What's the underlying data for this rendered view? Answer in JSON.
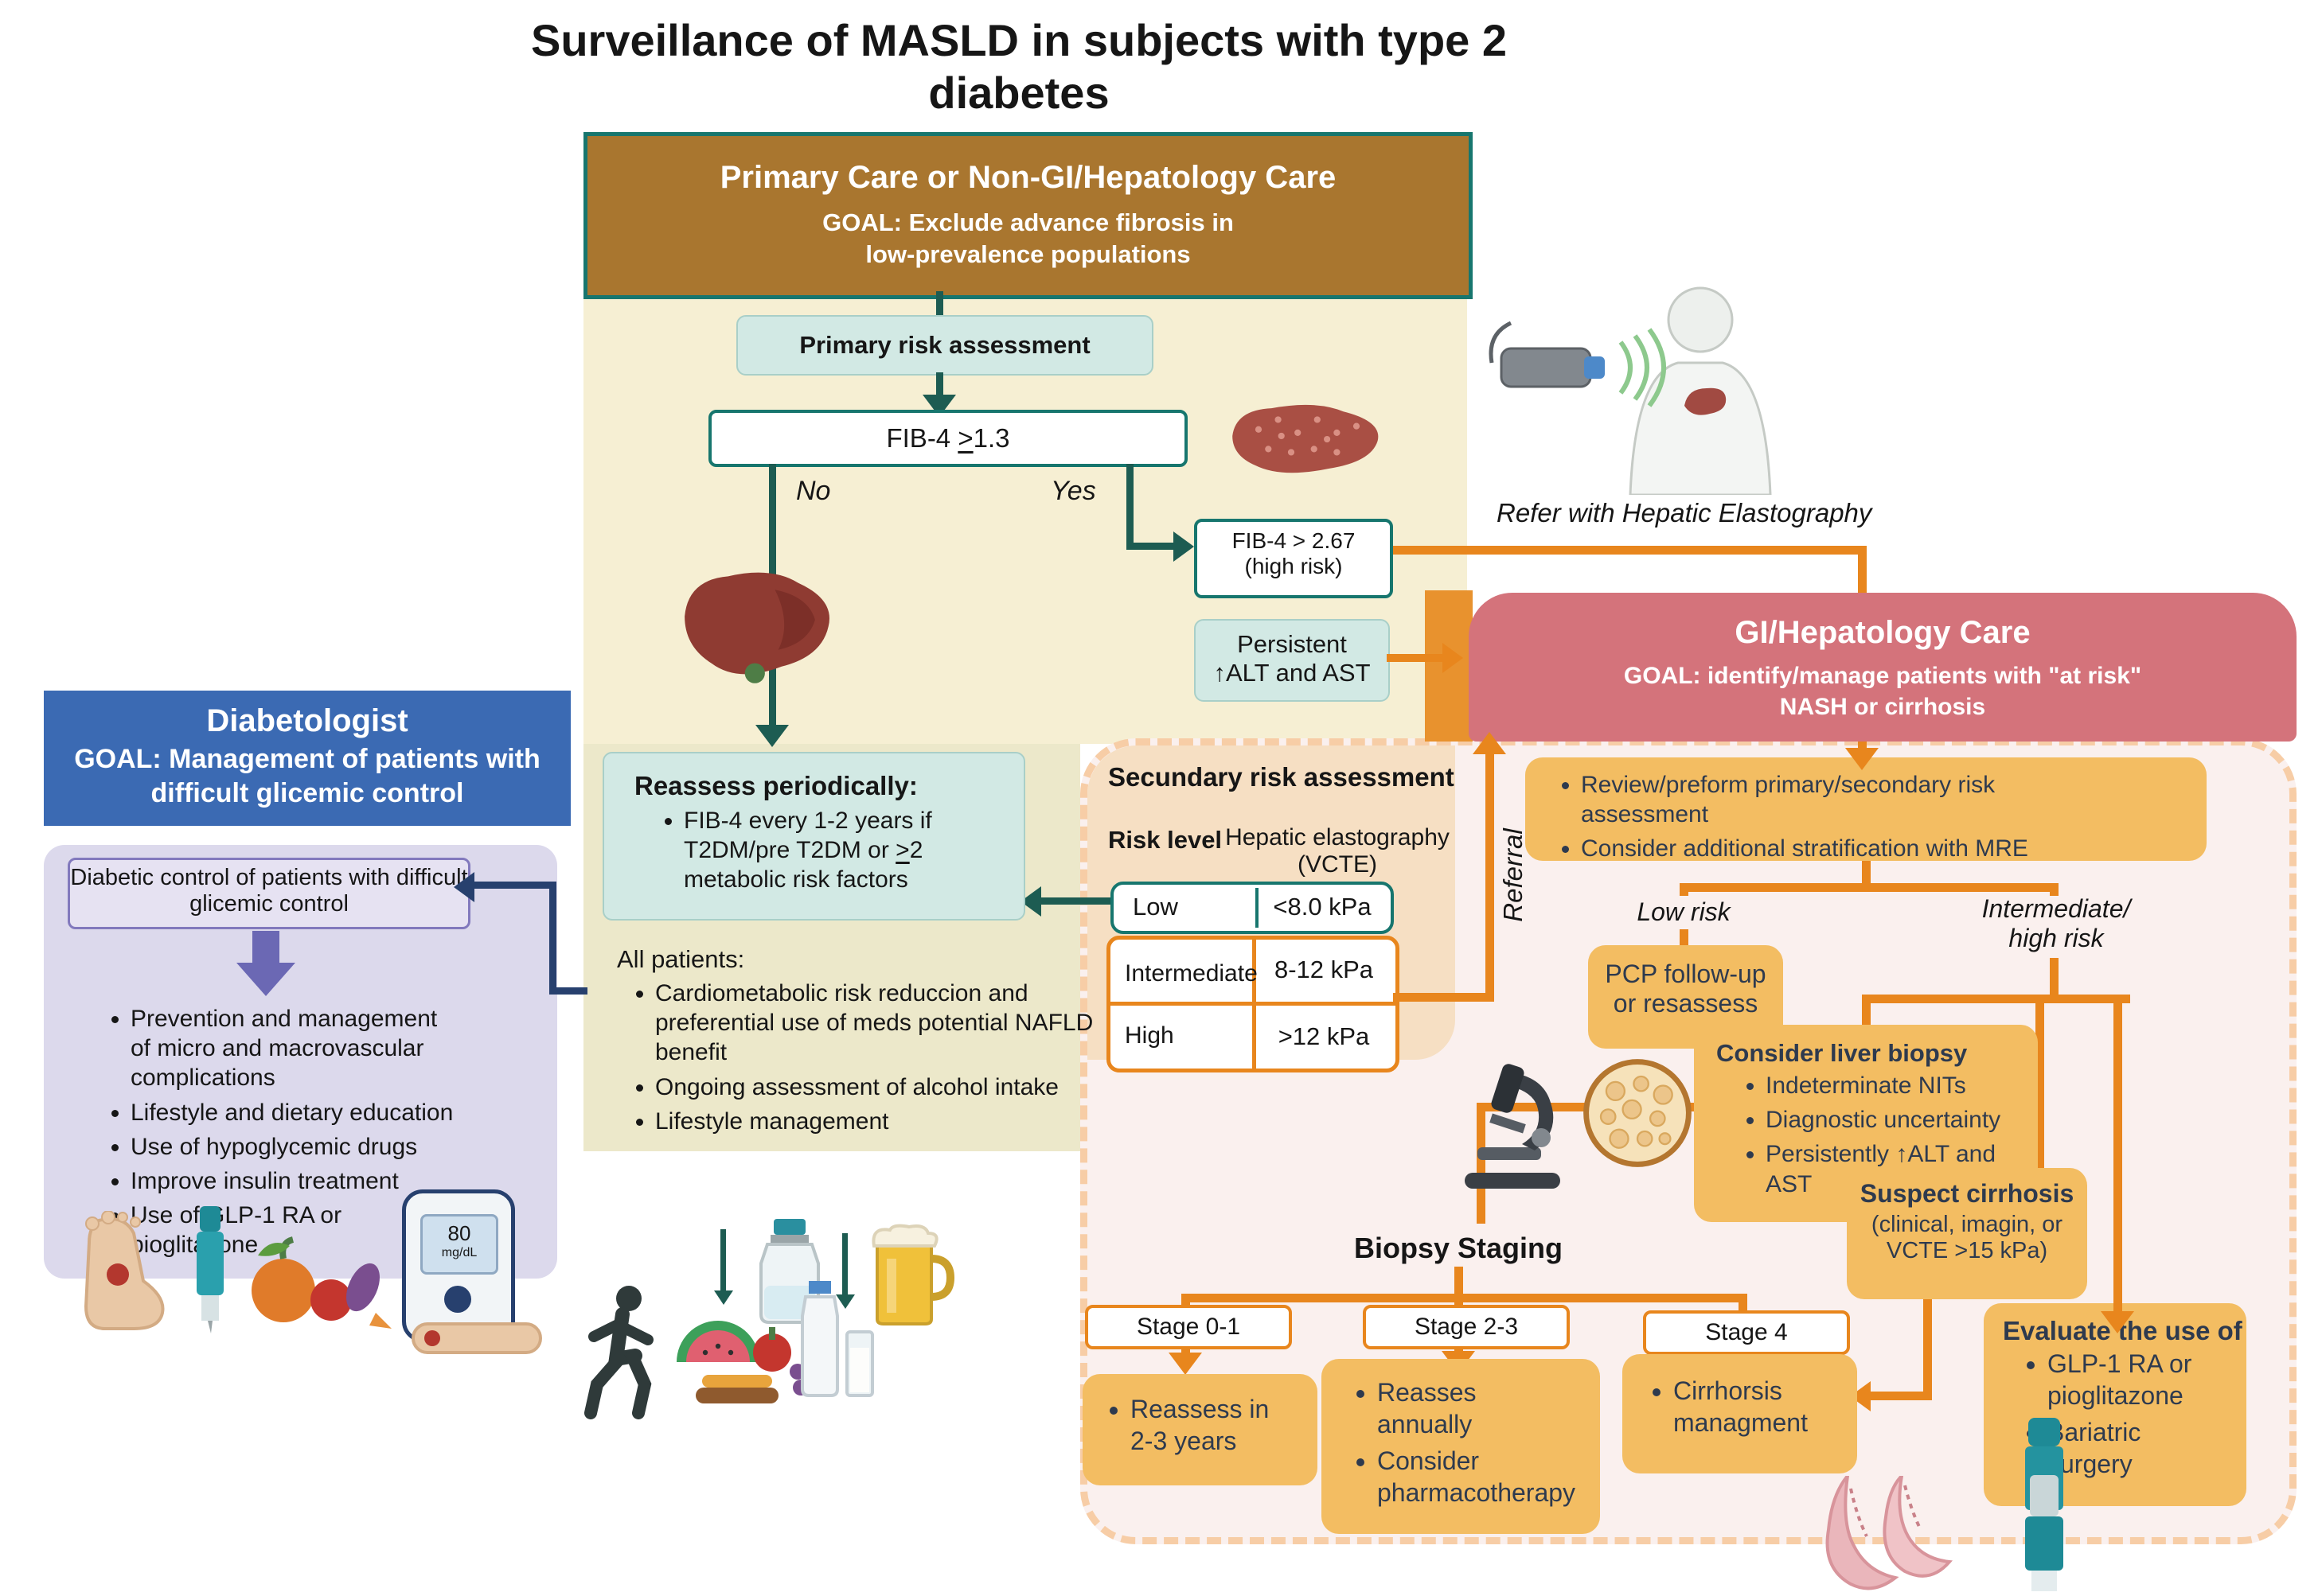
{
  "title": "Surveillance of MASLD in subjects with type 2\ndiabetes",
  "colors": {
    "brown": "#a9762f",
    "rose": "#d4737b",
    "blue": "#3b6ab3",
    "amber": "#f3bd62",
    "orange_connector": "#e8861d",
    "teal_dark": "#1d5c52",
    "teal_border": "#17766e",
    "light_teal": "#d2e9e4",
    "lavender": "#dcd9ec",
    "yellow": "#f6efd3",
    "peach": "#f6dfc3",
    "pink": "#faf0ee"
  },
  "primary_care": {
    "header": "Primary Care or Non-GI/Hepatology Care",
    "goal": "GOAL: Exclude advance fibrosis in\nlow-prevalence populations",
    "primary_risk_label": "Primary risk assessment",
    "fib4": {
      "pre": "FIB-4 ",
      "op": ">",
      "val": "1.3"
    },
    "no_label": "No",
    "yes_label": "Yes",
    "fib4_high": "FIB-4 > 2.67\n(high risk)",
    "persistent": "Persistent\n↑ALT and AST",
    "refer_note": "Refer with Hepatic Elastography",
    "reassess_title": "Reassess periodically:",
    "reassess_bullet": {
      "a": "FIB-4 every 1-2 years if T2DM/pre T2DM or ",
      "op": ">",
      "b": "2 metabolic risk factors"
    },
    "all_patients_title": "All patients:",
    "all_patients_bullets": [
      "Cardiometabolic risk reduccion and preferential use of meds potential NAFLD benefit",
      "Ongoing assessment of alcohol intake",
      "Lifestyle management"
    ]
  },
  "diabetologist": {
    "header": "Diabetologist",
    "goal": "GOAL: Management of patients with\ndifficult glicemic control",
    "control_box": "Diabetic control of patients with difficult\nglicemic control",
    "bullets": [
      "Prevention and management\nof micro and macrovascular\ncomplications",
      "Lifestyle and dietary education",
      "Use of hypoglycemic drugs",
      "Improve insulin treatment",
      "Use of GLP-1 RA or\npioglitazone"
    ],
    "glucometer": {
      "reading": "80",
      "unit": "mg/dL"
    }
  },
  "gi_care": {
    "header": "GI/Hepatology Care",
    "goal": "GOAL: identify/manage patients with \"at risk\"\nNASH or cirrhosis",
    "referral_label": "Referral",
    "secondary": {
      "title": "Secundary risk assessment",
      "col_risk": "Risk level",
      "col_elasto": "Hepatic elastography\n(VCTE)",
      "rows": [
        {
          "level": "Low",
          "value": "<8.0 kPa"
        },
        {
          "level": "Intermediate",
          "value": "8-12 kPa"
        },
        {
          "level": "High",
          "value": ">12 kPa"
        }
      ]
    },
    "review_bullets": [
      "Review/preform primary/secondary risk assessment",
      "Consider additional stratification with MRE"
    ],
    "low_risk_label": "Low risk",
    "pcp_box": "PCP follow-up\nor resassess",
    "int_high_label": "Intermediate/\nhigh risk",
    "biopsy_box": {
      "title": "Consider liver biopsy",
      "bullets": [
        "Indeterminate NITs",
        "Diagnostic uncertainty",
        "Persistently ↑ALT and AST"
      ]
    },
    "suspect_box": {
      "title": "Suspect cirrhosis",
      "sub": "(clinical, imagin, or\nVCTE >15 kPa)"
    },
    "staging_title": "Biopsy Staging",
    "stages": [
      "Stage 0-1",
      "Stage 2-3",
      "Stage 4"
    ],
    "outcome1": [
      "Reassess in\n2-3 years"
    ],
    "outcome2": [
      "Reasses\nannually",
      "Consider\npharmacotherapy"
    ],
    "outcome3": [
      "Cirrhorsis\nmanagment"
    ],
    "evaluate_box": {
      "title": "Evaluate the use of",
      "bullets": [
        "GLP-1 RA or\npioglitazone",
        "Bariatric\nsurgery"
      ]
    }
  },
  "icons": [
    "liver-icon",
    "speckled-liver-icon",
    "patient-torso-icon",
    "elastography-probe-icon",
    "microscope-icon",
    "histology-slide-icon",
    "foot-ulcer-icon",
    "insulin-pen-icon",
    "vegetables-icon",
    "glucometer-icon",
    "lancet-finger-icon",
    "runner-icon",
    "healthy-food-icon",
    "dairy-icon",
    "medication-vial-icon",
    "beer-mug-icon",
    "stomach-icon",
    "insulin-pen-2-icon"
  ]
}
